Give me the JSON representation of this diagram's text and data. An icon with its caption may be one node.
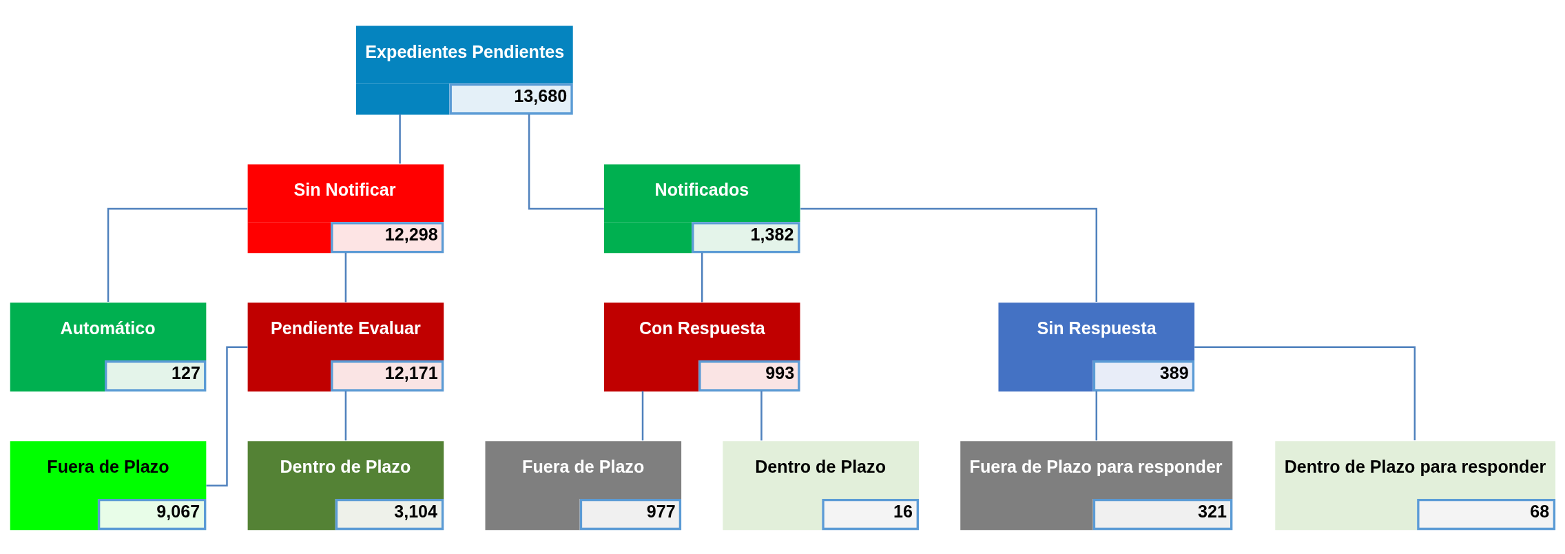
{
  "diagram": {
    "nodes": [
      {
        "text": [
          "Expedientes Pendientes",
          "13,680"
        ]
      },
      {
        "text": [
          "Sin Notificar",
          "12,298"
        ]
      },
      {
        "text": [
          "Notificados",
          "1,382"
        ]
      },
      {
        "text": [
          "Automático",
          "127"
        ]
      },
      {
        "text": [
          "Pendiente Evaluar",
          "12,171"
        ]
      },
      {
        "text": [
          "Con Respuesta",
          "993"
        ]
      },
      {
        "text": [
          "Sin Respuesta",
          "389"
        ]
      },
      {
        "text": [
          "Fuera de Plazo",
          "9,067"
        ]
      },
      {
        "text": [
          "Dentro de Plazo",
          "3,104"
        ]
      },
      {
        "text": [
          "Fuera de Plazo",
          "977"
        ]
      },
      {
        "text": [
          "Dentro de Plazo",
          "16"
        ]
      },
      {
        "text": [
          "Fuera de Plazo para responder",
          "321"
        ]
      },
      {
        "text": [
          "Dentro de Plazo para responder",
          "68"
        ]
      }
    ],
    "edges": [
      {
        "from": 0,
        "to": 1,
        "arrow": "none"
      },
      {
        "from": 0,
        "to": 2,
        "arrow": "none"
      },
      {
        "from": 1,
        "to": 3,
        "arrow": "none"
      },
      {
        "from": 1,
        "to": 4,
        "arrow": "none"
      },
      {
        "from": 2,
        "to": 5,
        "arrow": "none"
      },
      {
        "from": 2,
        "to": 6,
        "arrow": "none"
      },
      {
        "from": 4,
        "to": 7,
        "arrow": "none"
      },
      {
        "from": 4,
        "to": 8,
        "arrow": "none"
      },
      {
        "from": 5,
        "to": 9,
        "arrow": "none"
      },
      {
        "from": 5,
        "to": 10,
        "arrow": "none"
      },
      {
        "from": 6,
        "to": 11,
        "arrow": "none"
      },
      {
        "from": 6,
        "to": 12,
        "arrow": "none"
      }
    ]
  }
}
